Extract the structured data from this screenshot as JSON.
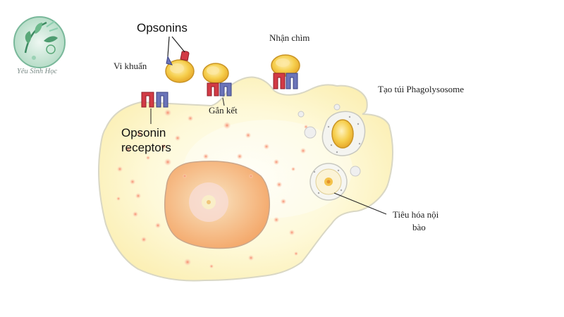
{
  "logo": {
    "text": "Yêu Sinh Học"
  },
  "labels": {
    "opsonins": "Opsonins",
    "vi_khuan": "Vi khuẩn",
    "nhan_chim": "Nhận chìm",
    "gan_ket": "Gắn kết",
    "phagolysosome": "Tạo túi Phagolysosome",
    "opsonin_receptors_line1": "Opsonin",
    "opsonin_receptors_line2": "receptors",
    "tieu_hoa_line1": "Tiêu hóa nội",
    "tieu_hoa_line2": "bào"
  },
  "colors": {
    "cytoplasm": "#fdf6c7",
    "cytoplasm_light": "#fffdf0",
    "nucleus": "#f6b27c",
    "bacterium": "#f3c23c",
    "bacterium_core": "#f8e09a",
    "receptor_red": "#d23a45",
    "receptor_blue": "#6b74b9",
    "vesicle": "#eeeeee",
    "granule": "#f29a7a",
    "logo_green": "#4a9a76"
  }
}
